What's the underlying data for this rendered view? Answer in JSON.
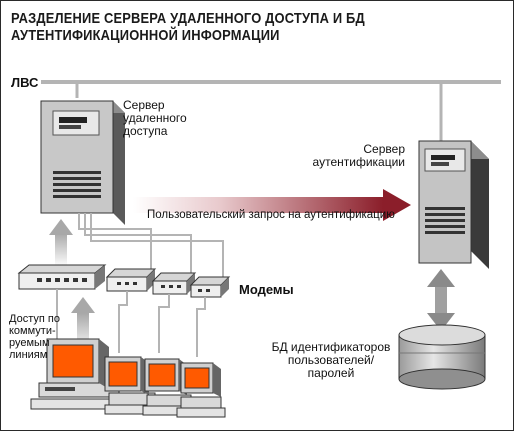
{
  "title": "Разделение сервера удаленного доступа и БД аутентификационной информации",
  "labels": {
    "lan": "ЛВС",
    "access_server": "Сервер удаленного доступа",
    "auth_server": "Сервер аутентификации",
    "request": "Пользовательский запрос на аутентификацию",
    "modems": "Модемы",
    "dialup": "Доступ по коммути-руемым линиям",
    "database": "БД идентификаторов пользователей/ паролей"
  },
  "colors": {
    "screen": "#ff5a00",
    "arrow": "#8b1e2a",
    "gray": "#b4b4b4",
    "dark": "#222222"
  }
}
